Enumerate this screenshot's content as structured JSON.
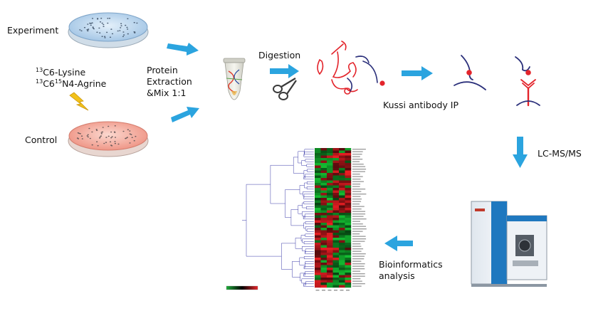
{
  "labels": {
    "experiment": "Experiment",
    "control": "Control",
    "isotope_lysine": "C6-Lysine",
    "isotope_lysine_mass": "13",
    "isotope_arginine_c": "C",
    "isotope_arginine_c_mass": "13",
    "isotope_arginine_6": "6",
    "isotope_arginine_n_mass": "15",
    "isotope_arginine_rest": "N4-Agrine",
    "protein_line1": "Protein",
    "protein_line2": "Extraction",
    "protein_line3": "&Mix 1:1",
    "digestion": "Digestion",
    "antibody": "Kussi antibody IP",
    "lcms": "LC-MS/MS",
    "bio_line1": "Bioinformatics",
    "bio_line2": "analysis"
  },
  "colors": {
    "arrow": "#2ba4df",
    "experiment_media": "#bcd6ec",
    "control_media": "#f2a89a",
    "peptide_red": "#e3242b",
    "peptide_navy": "#2a2f7a",
    "heat_green": "#1fae3a",
    "heat_red": "#e8262b"
  },
  "icons": [
    "petri-dish-icon",
    "lightning-icon",
    "tube-icon",
    "scissors-icon",
    "peptide-icon",
    "antibody-icon",
    "mass-spectrometer-icon",
    "heatmap-icon"
  ]
}
